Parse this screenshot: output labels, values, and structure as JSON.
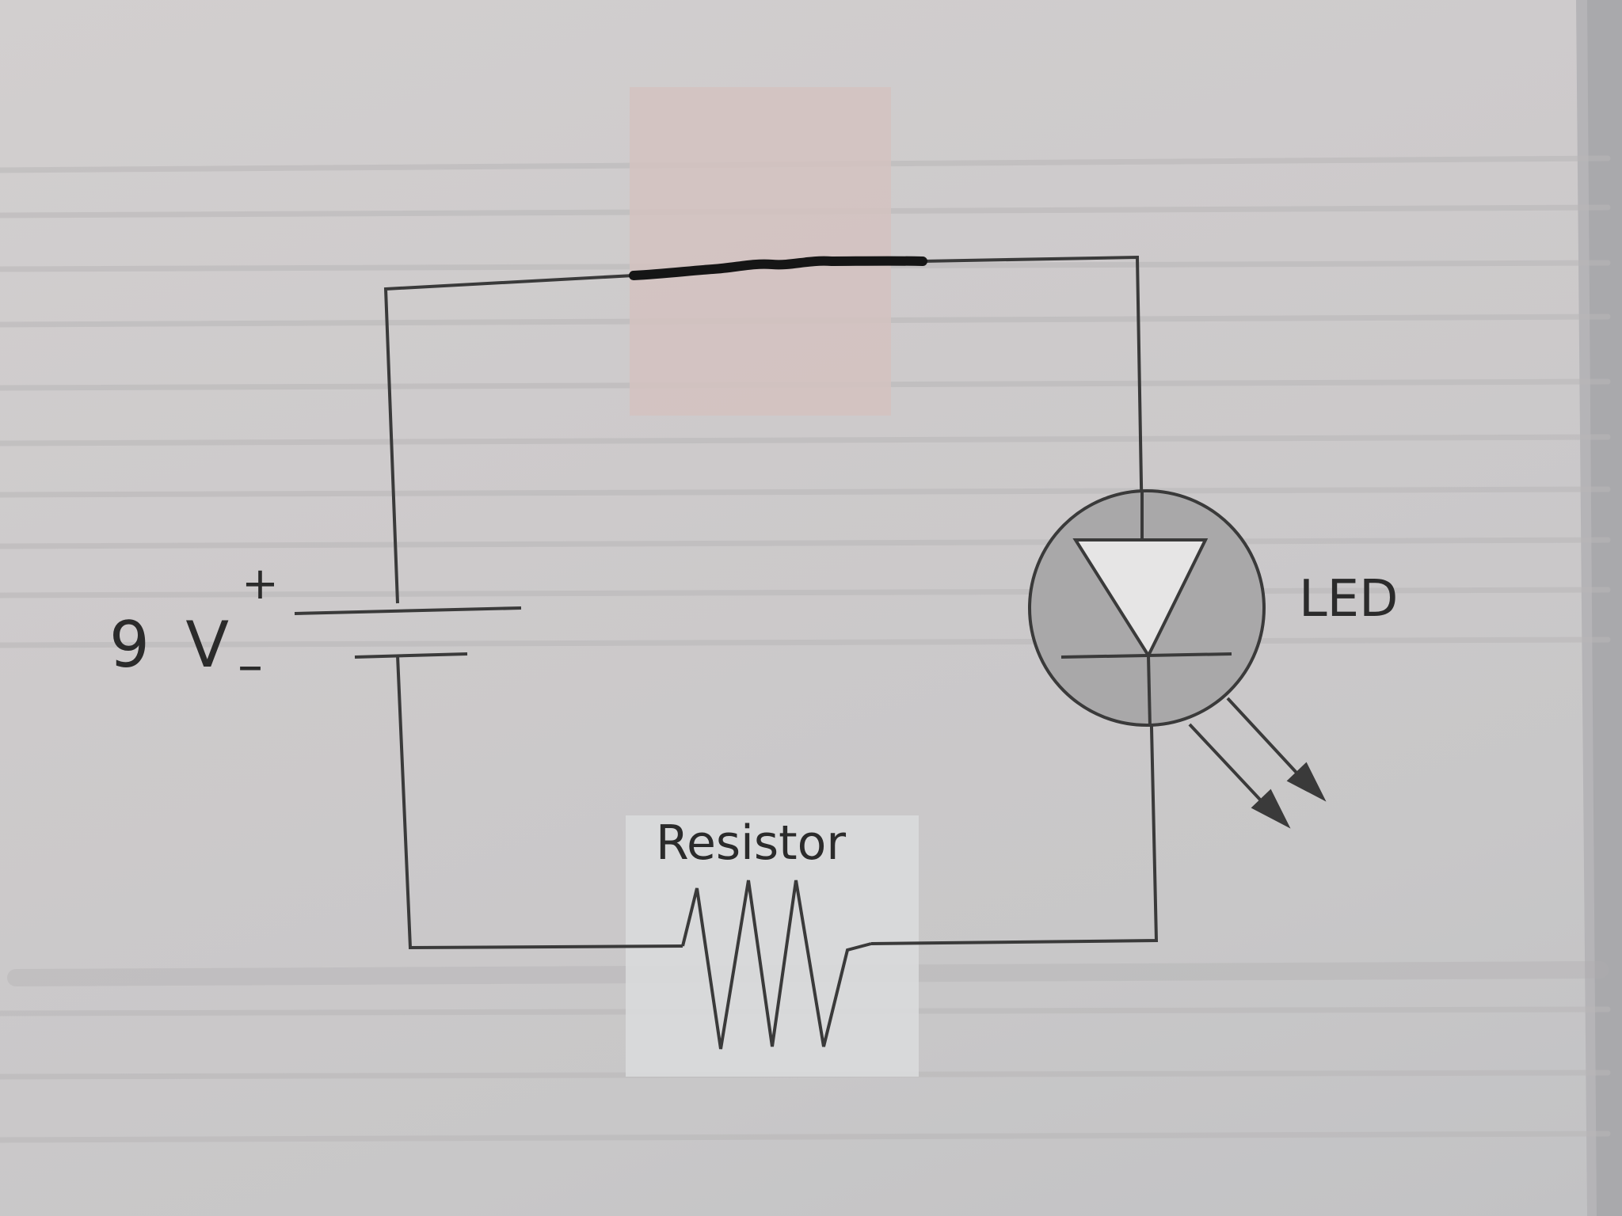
{
  "battery": {
    "voltage_label": "9 V",
    "plus_sign": "+",
    "minus_sign": "–"
  },
  "led": {
    "label": "LED"
  },
  "resistor": {
    "label": "Resistor"
  },
  "colors": {
    "wire": "#3a3a3a",
    "marker_stroke": "#151515",
    "led_disc": "#a9a8a9",
    "led_body": "#e6e5e5",
    "pink_tint": "#d3c2bf",
    "white_patch": "#d9dadb"
  }
}
